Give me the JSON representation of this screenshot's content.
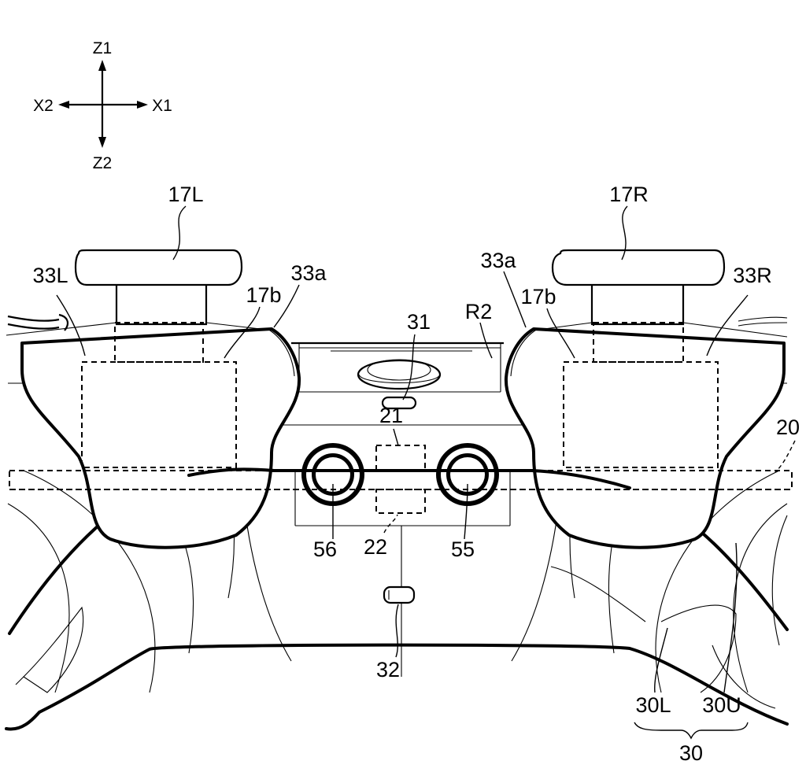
{
  "axes": {
    "up": "Z1",
    "down": "Z2",
    "left": "X2",
    "right": "X1"
  },
  "labels": {
    "trigger_left": "17L",
    "trigger_right": "17R",
    "member_left": "33L",
    "member_right": "33R",
    "edge_left": "33a",
    "edge_right": "33a",
    "inner_left": "17b",
    "inner_right": "17b",
    "region": "R2",
    "button_top": "31",
    "board": "20",
    "box_upper": "21",
    "box_lower": "22",
    "button_left": "56",
    "button_right": "55",
    "button_bottom": "32",
    "cover_lower": "30L",
    "cover_upper": "30U",
    "cover": "30"
  },
  "colors": {
    "stroke": "#000000",
    "background": "#ffffff"
  }
}
